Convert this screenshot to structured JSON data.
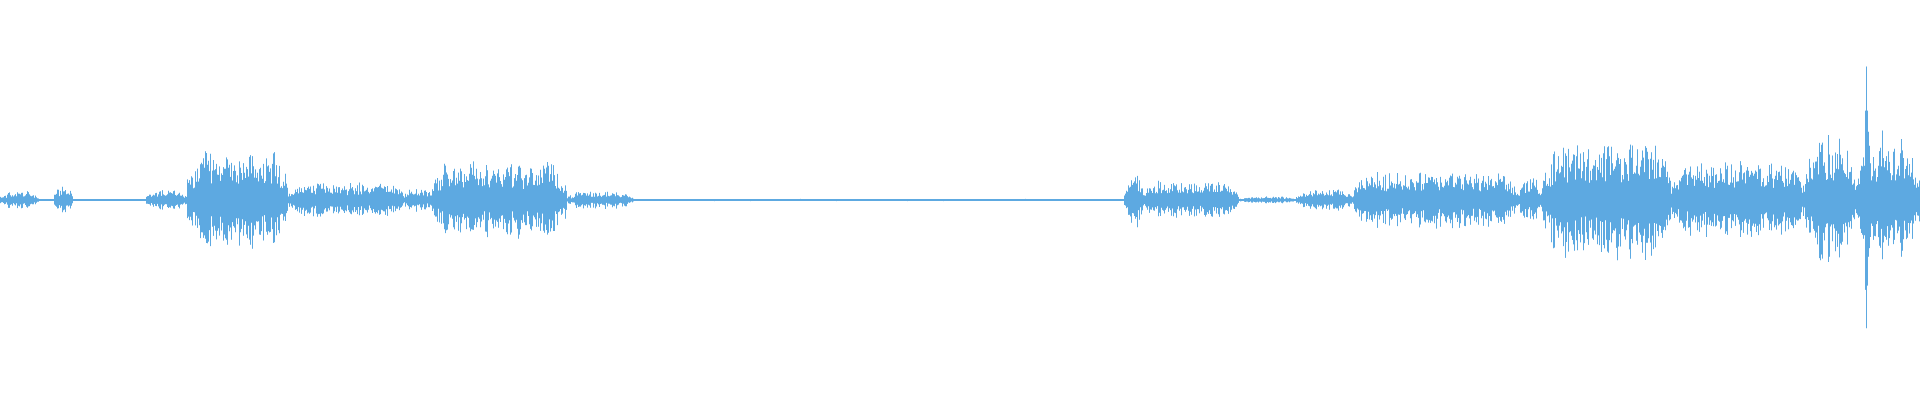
{
  "waveform": {
    "color": "#5DA9E1",
    "background": "#ffffff",
    "duration_fraction_segments": [
      {
        "start": 0.0,
        "end": 0.02,
        "level": 0.05
      },
      {
        "start": 0.028,
        "end": 0.038,
        "level": 0.08
      },
      {
        "start": 0.038,
        "end": 0.076,
        "level": 0.005
      },
      {
        "start": 0.076,
        "end": 0.097,
        "level": 0.06
      },
      {
        "start": 0.097,
        "end": 0.15,
        "level": 0.27
      },
      {
        "start": 0.15,
        "end": 0.21,
        "level": 0.1
      },
      {
        "start": 0.21,
        "end": 0.225,
        "level": 0.07
      },
      {
        "start": 0.225,
        "end": 0.295,
        "level": 0.22
      },
      {
        "start": 0.295,
        "end": 0.33,
        "level": 0.05
      },
      {
        "start": 0.33,
        "end": 0.585,
        "level": 0.006
      },
      {
        "start": 0.585,
        "end": 0.595,
        "level": 0.15
      },
      {
        "start": 0.595,
        "end": 0.645,
        "level": 0.11
      },
      {
        "start": 0.645,
        "end": 0.675,
        "level": 0.02
      },
      {
        "start": 0.675,
        "end": 0.705,
        "level": 0.06
      },
      {
        "start": 0.705,
        "end": 0.79,
        "level": 0.16
      },
      {
        "start": 0.79,
        "end": 0.803,
        "level": 0.12
      },
      {
        "start": 0.803,
        "end": 0.87,
        "level": 0.33
      },
      {
        "start": 0.87,
        "end": 0.94,
        "level": 0.22
      },
      {
        "start": 0.94,
        "end": 0.965,
        "level": 0.4
      },
      {
        "start": 0.965,
        "end": 1.0,
        "level": 0.3
      }
    ],
    "peaks": [
      {
        "pos": 0.108,
        "level": 0.3
      },
      {
        "pos": 0.118,
        "level": 0.33
      },
      {
        "pos": 0.128,
        "level": 0.3
      },
      {
        "pos": 0.245,
        "level": 0.26
      },
      {
        "pos": 0.27,
        "level": 0.28
      },
      {
        "pos": 0.285,
        "level": 0.25
      },
      {
        "pos": 0.592,
        "level": 0.2
      },
      {
        "pos": 0.812,
        "level": 0.46
      },
      {
        "pos": 0.838,
        "level": 0.49
      },
      {
        "pos": 0.955,
        "level": 0.44
      },
      {
        "pos": 0.972,
        "level": 0.85
      },
      {
        "pos": 0.98,
        "level": 0.52
      },
      {
        "pos": 0.99,
        "level": 0.48
      }
    ]
  }
}
